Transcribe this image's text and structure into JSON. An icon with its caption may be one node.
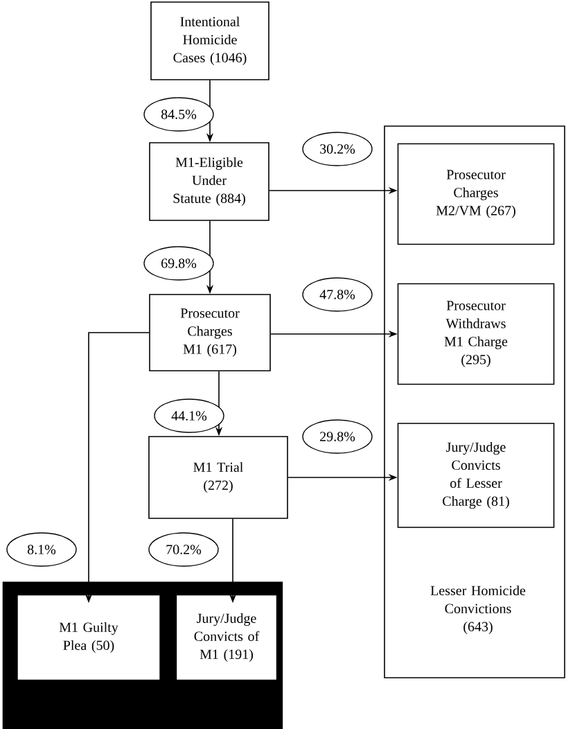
{
  "diagram": {
    "nodes": [
      {
        "text": [
          "Intentional Homicide Cases (1046)"
        ]
      },
      {
        "text": [
          "M1-Eligible Under Statute (884)"
        ]
      },
      {
        "text": [
          "Prosecutor Charges M1 (617)"
        ]
      },
      {
        "text": [
          "M1 Trial (272)"
        ]
      },
      {
        "text": [
          "Lesser Homicide Convictions (643)"
        ]
      },
      {
        "text": [
          "Prosecutor Charges M2/VM (267)"
        ],
        "in": 4
      },
      {
        "text": [
          "Prosecutor Withdraws M1 Charge (295)"
        ],
        "in": 4
      },
      {
        "text": [
          "Jury/Judge Convicts of Lesser Charge (81)"
        ],
        "in": 4
      },
      {
        "text": [],
        "shape": "box"
      },
      {
        "text": [
          "M1 Guilty Plea (50)"
        ],
        "in": 8
      },
      {
        "text": [
          "Jury/Judge Convicts of M1 (191)"
        ],
        "in": 8
      }
    ],
    "edges": [
      {
        "from": 0,
        "to": 1,
        "arrow": "to",
        "label": "84.5%"
      },
      {
        "from": 1,
        "to": 5,
        "arrow": "to",
        "label": "30.2%"
      },
      {
        "from": 1,
        "to": 2,
        "arrow": "to",
        "label": "69.8%"
      },
      {
        "from": 2,
        "to": 6,
        "arrow": "to",
        "label": "47.8%"
      },
      {
        "from": 2,
        "to": 3,
        "arrow": "to",
        "label": "44.1%"
      },
      {
        "from": 3,
        "to": 7,
        "arrow": "to",
        "label": "29.8%"
      },
      {
        "from": 2,
        "to": 9,
        "arrow": "to",
        "label": "8.1%"
      },
      {
        "from": 3,
        "to": 10,
        "arrow": "to",
        "label": "70.2%"
      }
    ]
  }
}
